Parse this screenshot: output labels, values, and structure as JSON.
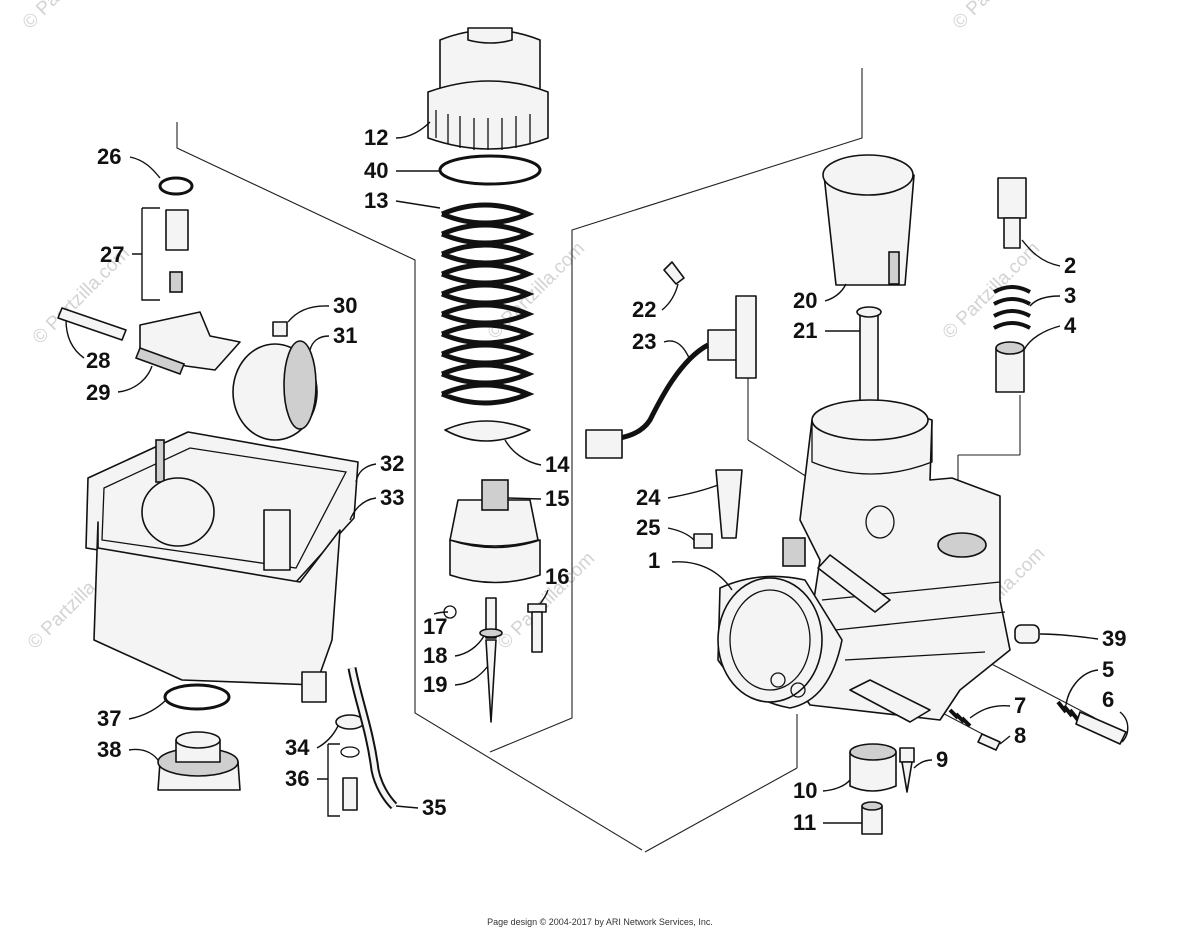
{
  "diagram": {
    "callouts": [
      {
        "id": "1",
        "label": "1"
      },
      {
        "id": "2",
        "label": "2"
      },
      {
        "id": "3",
        "label": "3"
      },
      {
        "id": "4",
        "label": "4"
      },
      {
        "id": "5",
        "label": "5"
      },
      {
        "id": "6",
        "label": "6"
      },
      {
        "id": "7",
        "label": "7"
      },
      {
        "id": "8",
        "label": "8"
      },
      {
        "id": "9",
        "label": "9"
      },
      {
        "id": "10",
        "label": "10"
      },
      {
        "id": "11",
        "label": "11"
      },
      {
        "id": "12",
        "label": "12"
      },
      {
        "id": "13",
        "label": "13"
      },
      {
        "id": "14",
        "label": "14"
      },
      {
        "id": "15",
        "label": "15"
      },
      {
        "id": "16",
        "label": "16"
      },
      {
        "id": "17",
        "label": "17"
      },
      {
        "id": "18",
        "label": "18"
      },
      {
        "id": "19",
        "label": "19"
      },
      {
        "id": "20",
        "label": "20"
      },
      {
        "id": "21",
        "label": "21"
      },
      {
        "id": "22",
        "label": "22"
      },
      {
        "id": "23",
        "label": "23"
      },
      {
        "id": "24",
        "label": "24"
      },
      {
        "id": "25",
        "label": "25"
      },
      {
        "id": "26",
        "label": "26"
      },
      {
        "id": "27",
        "label": "27"
      },
      {
        "id": "28",
        "label": "28"
      },
      {
        "id": "29",
        "label": "29"
      },
      {
        "id": "30",
        "label": "30"
      },
      {
        "id": "31",
        "label": "31"
      },
      {
        "id": "32",
        "label": "32"
      },
      {
        "id": "33",
        "label": "33"
      },
      {
        "id": "34",
        "label": "34"
      },
      {
        "id": "35",
        "label": "35"
      },
      {
        "id": "36",
        "label": "36"
      },
      {
        "id": "37",
        "label": "37"
      },
      {
        "id": "38",
        "label": "38"
      },
      {
        "id": "39",
        "label": "39"
      },
      {
        "id": "40",
        "label": "40"
      }
    ]
  },
  "watermark": {
    "text": "© Partzilla.com",
    "color": "#d3d3d3"
  },
  "footer": {
    "credit": "Page design © 2004-2017 by ARI Network Services, Inc."
  }
}
